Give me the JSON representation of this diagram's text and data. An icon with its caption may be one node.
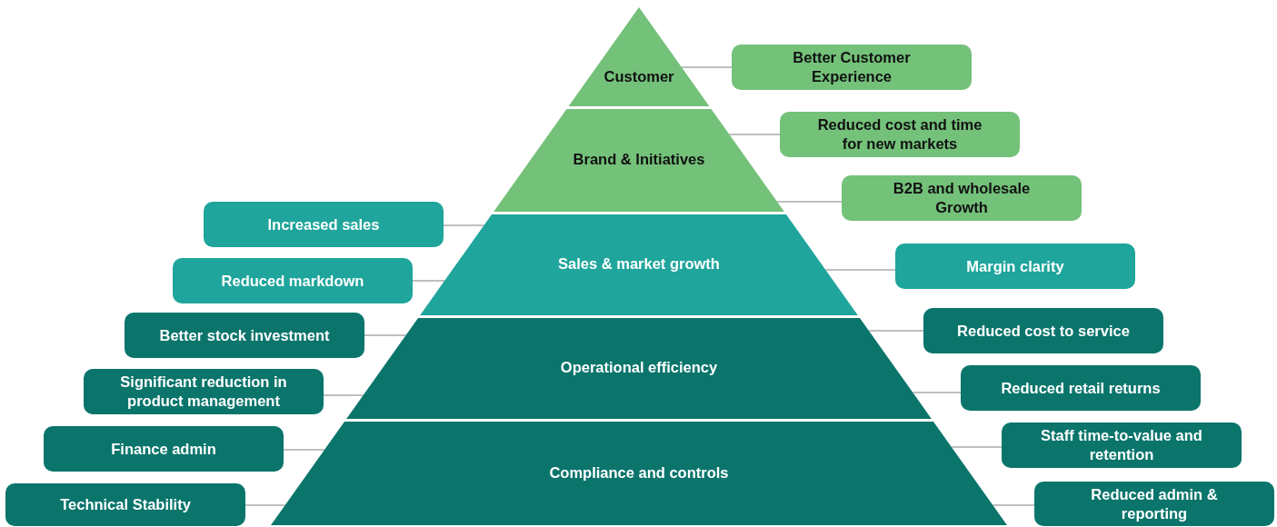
{
  "diagram": {
    "nodes": [
      {
        "text": [
          "Customer"
        ]
      },
      {
        "text": [
          "Brand & Initiatives"
        ]
      },
      {
        "text": [
          "Sales & market growth"
        ]
      },
      {
        "text": [
          "Operational efficiency"
        ]
      },
      {
        "text": [
          "Compliance and controls"
        ]
      },
      {
        "text": [
          "Better Customer Experience"
        ]
      },
      {
        "text": [
          "Reduced cost and time for new markets"
        ]
      },
      {
        "text": [
          "B2B and wholesale Growth"
        ]
      },
      {
        "text": [
          "Increased sales"
        ]
      },
      {
        "text": [
          "Reduced markdown"
        ]
      },
      {
        "text": [
          "Margin clarity"
        ]
      },
      {
        "text": [
          "Better stock investment"
        ]
      },
      {
        "text": [
          "Significant reduction in product management"
        ]
      },
      {
        "text": [
          "Reduced cost to service"
        ]
      },
      {
        "text": [
          "Reduced retail returns"
        ]
      },
      {
        "text": [
          "Finance admin"
        ]
      },
      {
        "text": [
          "Technical Stability"
        ]
      },
      {
        "text": [
          "Staff time-to-value and retention"
        ]
      },
      {
        "text": [
          "Reduced admin & reporting"
        ]
      }
    ],
    "edges": [
      {
        "from": 0,
        "to": 5,
        "arrow": "none"
      },
      {
        "from": 1,
        "to": 6,
        "arrow": "none"
      },
      {
        "from": 1,
        "to": 7,
        "arrow": "none"
      },
      {
        "from": 2,
        "to": 8,
        "arrow": "none"
      },
      {
        "from": 2,
        "to": 9,
        "arrow": "none"
      },
      {
        "from": 2,
        "to": 10,
        "arrow": "none"
      },
      {
        "from": 3,
        "to": 11,
        "arrow": "none"
      },
      {
        "from": 3,
        "to": 12,
        "arrow": "none"
      },
      {
        "from": 3,
        "to": 13,
        "arrow": "none"
      },
      {
        "from": 3,
        "to": 14,
        "arrow": "none"
      },
      {
        "from": 4,
        "to": 15,
        "arrow": "none"
      },
      {
        "from": 4,
        "to": 16,
        "arrow": "none"
      },
      {
        "from": 4,
        "to": 17,
        "arrow": "none"
      },
      {
        "from": 4,
        "to": 18,
        "arrow": "none"
      }
    ]
  }
}
